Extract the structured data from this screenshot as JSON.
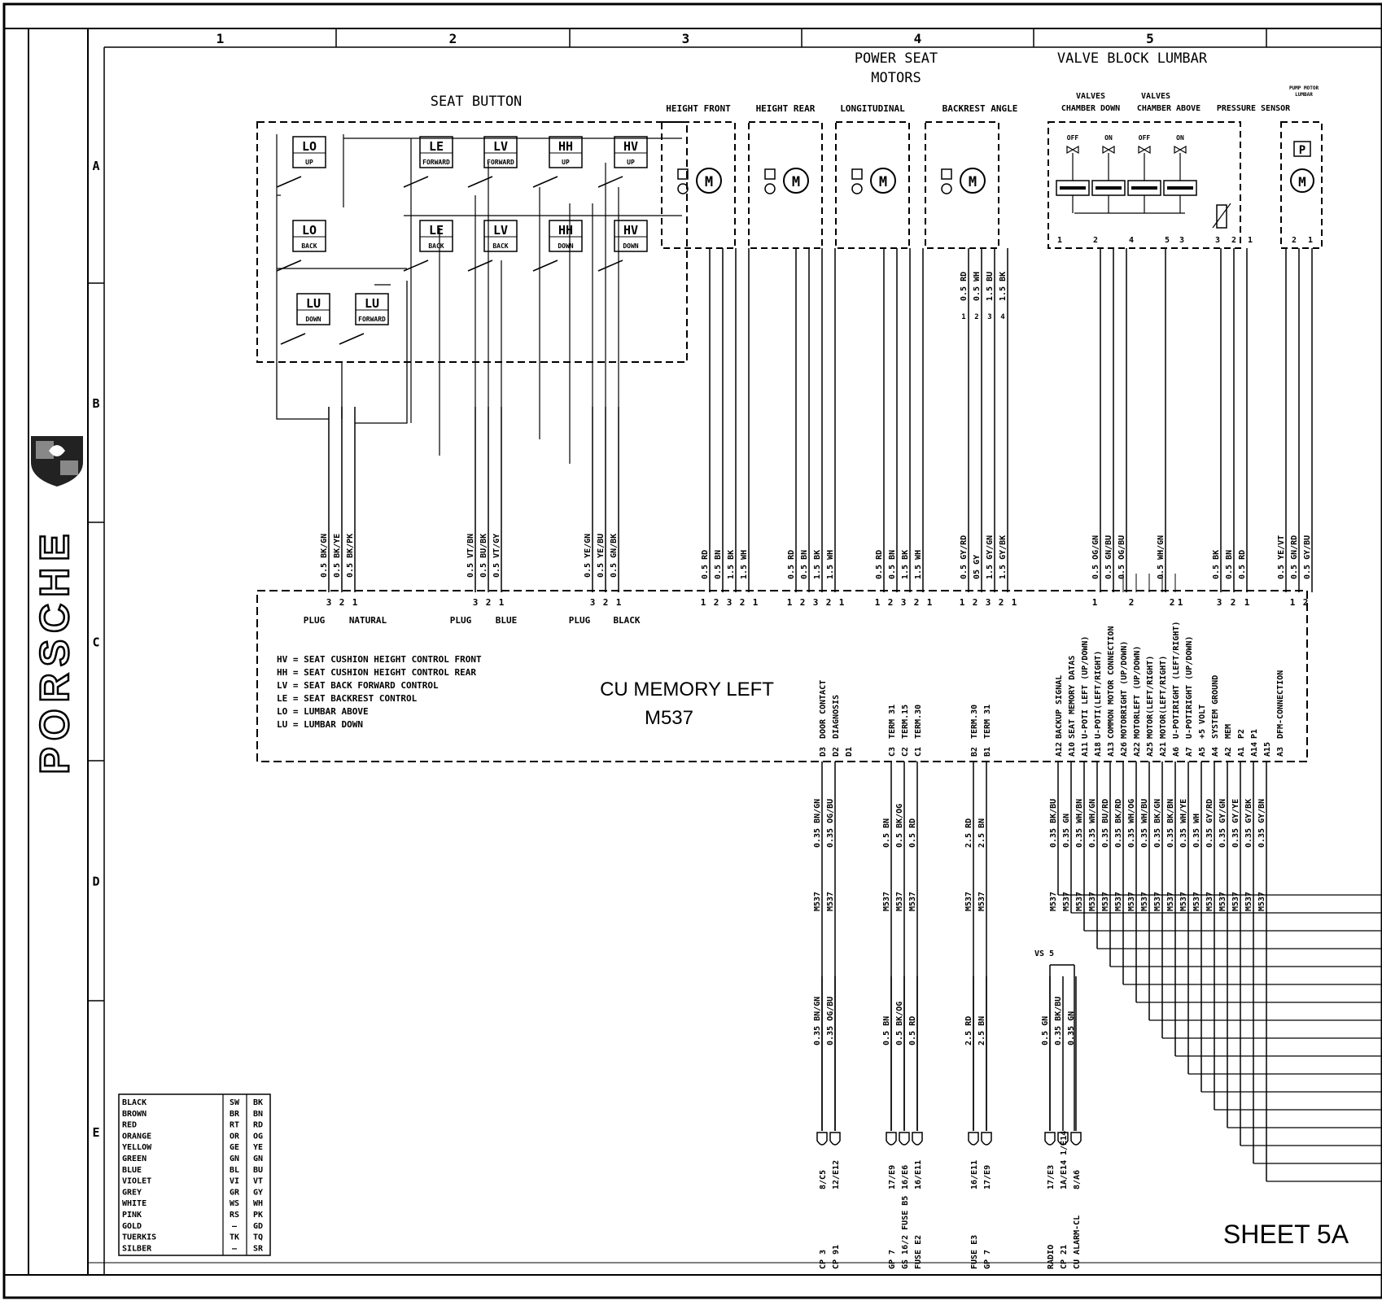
{
  "brand": "PORSCHE",
  "sheet_label": "SHEET 5A",
  "columns": [
    "1",
    "2",
    "3",
    "4",
    "5"
  ],
  "rows": [
    "A",
    "B",
    "C",
    "D",
    "E"
  ],
  "titles": {
    "power_seat_motors_line1": "POWER SEAT",
    "power_seat_motors_line2": "MOTORS",
    "valve_block": "VALVE BLOCK LUMBAR",
    "seat_button": "SEAT BUTTON"
  },
  "motor_labels": [
    "HEIGHT FRONT",
    "HEIGHT REAR",
    "LONGITUDINAL",
    "BACKREST ANGLE"
  ],
  "valve_labels": {
    "valves_down_l1": "VALVES",
    "valves_down_l2": "CHAMBER DOWN",
    "valves_above_l1": "VALVES",
    "valves_above_l2": "CHAMBER ABOVE",
    "pressure_sensor": "PRESSURE SENSOR",
    "pump_l1": "PUMP MOTOR",
    "pump_l2": "LUMBAR",
    "off": "OFF",
    "on": "ON",
    "m": "M",
    "p": "P"
  },
  "switches": [
    {
      "id": "lo-up",
      "top": "LO",
      "bottom": "UP"
    },
    {
      "id": "le-forward",
      "top": "LE",
      "bottom": "FORWARD"
    },
    {
      "id": "lv-forward",
      "top": "LV",
      "bottom": "FORWARD"
    },
    {
      "id": "hh-up",
      "top": "HH",
      "bottom": "UP"
    },
    {
      "id": "hv-up",
      "top": "HV",
      "bottom": "UP"
    },
    {
      "id": "lo-back",
      "top": "LO",
      "bottom": "BACK"
    },
    {
      "id": "le-back",
      "top": "LE",
      "bottom": "BACK"
    },
    {
      "id": "lv-back",
      "top": "LV",
      "bottom": "BACK"
    },
    {
      "id": "hh-down",
      "top": "HH",
      "bottom": "DOWN"
    },
    {
      "id": "hv-down",
      "top": "HV",
      "bottom": "DOWN"
    },
    {
      "id": "lu-down",
      "top": "LU",
      "bottom": "DOWN"
    },
    {
      "id": "lu-forward",
      "top": "LU",
      "bottom": "FORWARD"
    }
  ],
  "backrest_wires": [
    "0.5 RD",
    "0.5 WH",
    "1.5 BU",
    "1.5 BK"
  ],
  "backrest_pins": [
    "1",
    "2",
    "3",
    "4"
  ],
  "valve_pins": [
    "1",
    "2",
    "4",
    "5",
    "3",
    "3",
    "2",
    "1",
    "2",
    "1"
  ],
  "plug_wires": [
    [
      "0.5 BK/GN",
      "0.5 BK/YE",
      "0.5 BK/PK"
    ],
    [
      "0.5 VT/BN",
      "0.5 BU/BK",
      "0.5 VT/GY"
    ],
    [
      "0.5 YE/GN",
      "0.5 YE/BU",
      "0.5 GN/BK"
    ]
  ],
  "motor_wires": [
    [
      "0.5 RD",
      "0.5 BN",
      "1.5 BK",
      "1.5 WH"
    ],
    [
      "0.5 RD",
      "0.5 BN",
      "1.5 BK",
      "1.5 WH"
    ],
    [
      "0.5 RD",
      "0.5 BN",
      "1.5 BK",
      "1.5 WH"
    ],
    [
      "0.5 GY/RD",
      "05 GY",
      "1.5 GY/GN",
      "1.5 GY/BK"
    ]
  ],
  "valve_wires": [
    "0.5 OG/GN",
    "0.5 GN/BU",
    "0.5 OG/BU",
    "0.5 WH/GN",
    "0.5 BK",
    "0.5 BN",
    "0.5 RD",
    "0.5 YE/VT",
    "0.5 GN/RD",
    "0.5 GY/BU"
  ],
  "cu": {
    "title": "CU MEMORY LEFT",
    "code": "M537",
    "plug_labels": [
      "PLUG",
      "NATURAL",
      "PLUG",
      "BLUE",
      "PLUG",
      "BLACK"
    ],
    "pins_321": [
      "3",
      "2",
      "1"
    ],
    "pins_12321": [
      "1",
      "2",
      "3",
      "2",
      "1"
    ],
    "pins_valve": [
      "1",
      "2",
      "2",
      "1",
      "3",
      "2",
      "1",
      "1",
      "2"
    ],
    "legend": [
      "HV = SEAT CUSHION HEIGHT CONTROL FRONT",
      "HH = SEAT CUSHION HEIGHT CONTROL REAR",
      "LV = SEAT BACK FORWARD CONTROL",
      "LE = SEAT BACKREST CONTROL",
      "LO = LUMBAR ABOVE",
      "LU = LUMBAR DOWN"
    ],
    "signals": [
      {
        "pin": "D3",
        "name": "DOOR CONTACT"
      },
      {
        "pin": "D2",
        "name": "DIAGNOSIS"
      },
      {
        "pin": "D1",
        "name": ""
      },
      {
        "pin": "C3",
        "name": "TERM 31"
      },
      {
        "pin": "C2",
        "name": "TERM.15"
      },
      {
        "pin": "C1",
        "name": "TERM.30"
      },
      {
        "pin": "B2",
        "name": "TERM.30"
      },
      {
        "pin": "B1",
        "name": "TERM 31"
      },
      {
        "pin": "A12",
        "name": "BACKUP SIGNAL"
      },
      {
        "pin": "A10",
        "name": "SEAT MEMORY DATAS"
      },
      {
        "pin": "A11",
        "name": "U-POTI LEFT (UP/DOWN)"
      },
      {
        "pin": "A18",
        "name": "U-POTI(LEFT/RIGHT)"
      },
      {
        "pin": "A13",
        "name": "COMMON MOTOR CONNECTION"
      },
      {
        "pin": "A26",
        "name": "MOTORRIGHT (UP/DOWN)"
      },
      {
        "pin": "A22",
        "name": "MOTORLEFT (UP/DOWN)"
      },
      {
        "pin": "A25",
        "name": "MOTOR(LEFT/RIGHT)"
      },
      {
        "pin": "A21",
        "name": "MOTOR(LEFT/RIGHT)"
      },
      {
        "pin": "A6",
        "name": "U-POTIRIGHT (LEFT/RIGHT)"
      },
      {
        "pin": "A7",
        "name": "U-POTIRIGHT (UP/DOWN)"
      },
      {
        "pin": "A5",
        "name": "+5 VOLT"
      },
      {
        "pin": "A4",
        "name": "SYSTEM GROUND"
      },
      {
        "pin": "A2",
        "name": "MEM"
      },
      {
        "pin": "A1",
        "name": "P2"
      },
      {
        "pin": "A14",
        "name": "P1"
      },
      {
        "pin": "A15",
        "name": ""
      },
      {
        "pin": "A3",
        "name": "DFM-CONNECTION"
      }
    ]
  },
  "lower_wires": [
    "0.35 BN/GN",
    "0.35 OG/BU",
    "0.5 BN",
    "0.5 BK/OG",
    "0.5 RD",
    "2.5 RD",
    "2.5 BN",
    "0.35 BK/BU",
    "0.35 GN",
    "0.35 WH/BN",
    "0.35 WH/GN",
    "0.35 BU/RD",
    "0.35 BK/RD",
    "0.35 WH/OG",
    "0.35 WH/BU",
    "0.35 BK/GN",
    "0.35 BK/BN",
    "0.35 WH/YE",
    "0.35 WH",
    "0.35 GY/RD",
    "0.35 GY/GN",
    "0.35 GY/YE",
    "0.35 GY/BK",
    "0.35 GY/BN"
  ],
  "m537_tag": "M537",
  "vs_label": "VS 5",
  "bottom_wires": [
    "0.35 BN/GN",
    "0.35 OG/BU",
    "0.5 BN",
    "0.5 BK/OG",
    "0.5 RD",
    "2.5 RD",
    "2.5 BN",
    "0.5 GN",
    "0.35 BK/BU",
    "0.35 GN"
  ],
  "terminals": [
    {
      "ref": "8/C5",
      "dest": "CP 3"
    },
    {
      "ref": "12/E12",
      "dest": "CP 91"
    },
    {
      "ref": "17/E9",
      "dest": "GP 7"
    },
    {
      "ref": "16/E6",
      "dest": "GS 16/2 FUSE B5"
    },
    {
      "ref": "16/E11",
      "dest": "FUSE E2"
    },
    {
      "ref": "16/E11",
      "dest": "FUSE E3"
    },
    {
      "ref": "17/E9",
      "dest": "GP 7"
    },
    {
      "ref": "17/E3",
      "dest": "RADIO"
    },
    {
      "ref": "1A/E14 1/E14",
      "dest": "CP 21"
    },
    {
      "ref": "8/A6",
      "dest": "CU ALARM-CL"
    }
  ],
  "color_table": [
    [
      "BLACK",
      "SW",
      "BK"
    ],
    [
      "BROWN",
      "BR",
      "BN"
    ],
    [
      "RED",
      "RT",
      "RD"
    ],
    [
      "ORANGE",
      "OR",
      "OG"
    ],
    [
      "YELLOW",
      "GE",
      "YE"
    ],
    [
      "GREEN",
      "GN",
      "GN"
    ],
    [
      "BLUE",
      "BL",
      "BU"
    ],
    [
      "VIOLET",
      "VI",
      "VT"
    ],
    [
      "GREY",
      "GR",
      "GY"
    ],
    [
      "WHITE",
      "WS",
      "WH"
    ],
    [
      "PINK",
      "RS",
      "PK"
    ],
    [
      "GOLD",
      "—",
      "GD"
    ],
    [
      "TUERKIS",
      "TK",
      "TQ"
    ],
    [
      "SILBER",
      "—",
      "SR"
    ]
  ]
}
